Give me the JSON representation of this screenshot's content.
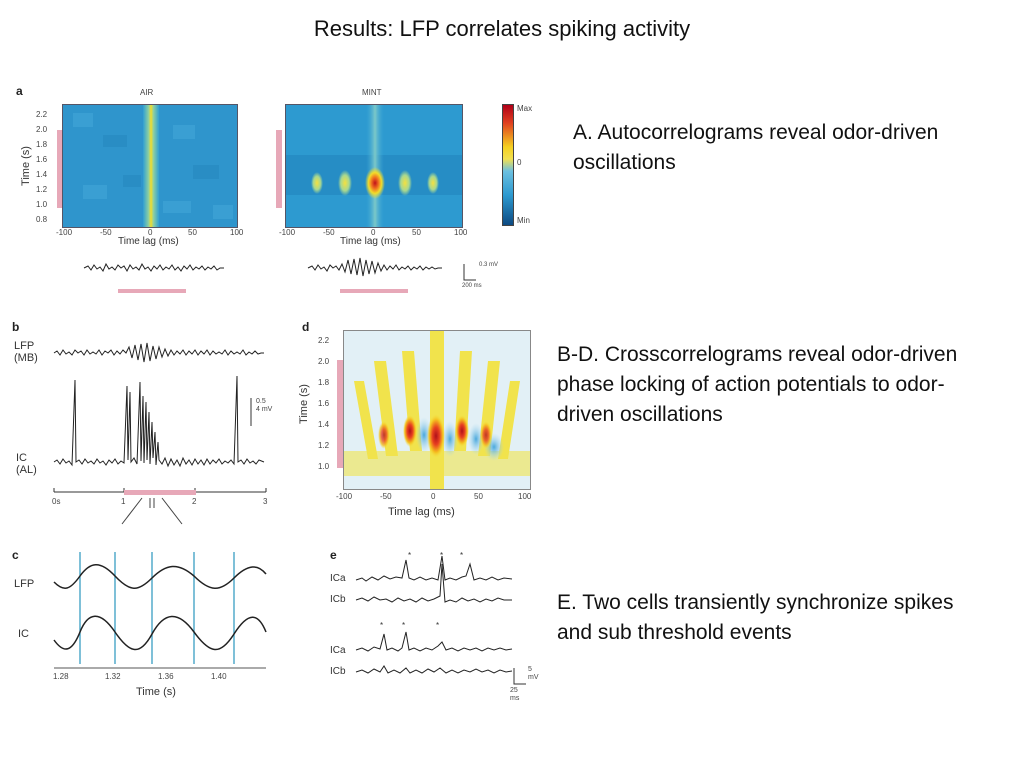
{
  "slide": {
    "title": "Results: LFP correlates spiking activity",
    "notes": {
      "a": "A. Autocorrelograms reveal odor-driven oscillations",
      "bd": "B-D. Crosscorrelograms reveal odor-driven phase locking of action potentials to odor-driven oscillations",
      "e": "E. Two cells transiently synchronize spikes and sub threshold events"
    }
  },
  "panel_a": {
    "label": "a",
    "left_title": "AIR",
    "right_title": "MINT",
    "ylabel": "Time (s)",
    "yticks": [
      "2.2",
      "2.0",
      "1.8",
      "1.6",
      "1.4",
      "1.2",
      "1.0",
      "0.8"
    ],
    "xticks": [
      "-100",
      "-50",
      "0",
      "50",
      "100"
    ],
    "xlabel": "Time lag (ms)",
    "colorbar": {
      "max": "Max",
      "zero": "0",
      "min": "Min"
    },
    "scale_v": "0.3 mV",
    "scale_t": "200 ms"
  },
  "panel_b": {
    "label": "b",
    "lfp_label_1": "LFP",
    "lfp_label_2": "(MB)",
    "ic_label_1": "IC",
    "ic_label_2": "(AL)",
    "scale_1": "0.5",
    "scale_2": "4 mV",
    "xticks": [
      "0s",
      "1",
      "2",
      "3"
    ]
  },
  "panel_c": {
    "label": "c",
    "lfp": "LFP",
    "ic": "IC",
    "xticks": [
      "1.28",
      "1.32",
      "1.36",
      "1.40"
    ],
    "xlabel": "Time (s)"
  },
  "panel_d": {
    "label": "d",
    "ylabel": "Time (s)",
    "yticks": [
      "2.2",
      "2.0",
      "1.8",
      "1.6",
      "1.4",
      "1.2",
      "1.0"
    ],
    "xticks": [
      "-100",
      "-50",
      "0",
      "50",
      "100"
    ],
    "xlabel": "Time lag (ms)"
  },
  "panel_e": {
    "label": "e",
    "traces": [
      "ICa",
      "ICb",
      "ICa",
      "ICb"
    ],
    "scale_v_1": "5",
    "scale_v_2": "mV",
    "scale_t_1": "25",
    "scale_t_2": "ms"
  }
}
